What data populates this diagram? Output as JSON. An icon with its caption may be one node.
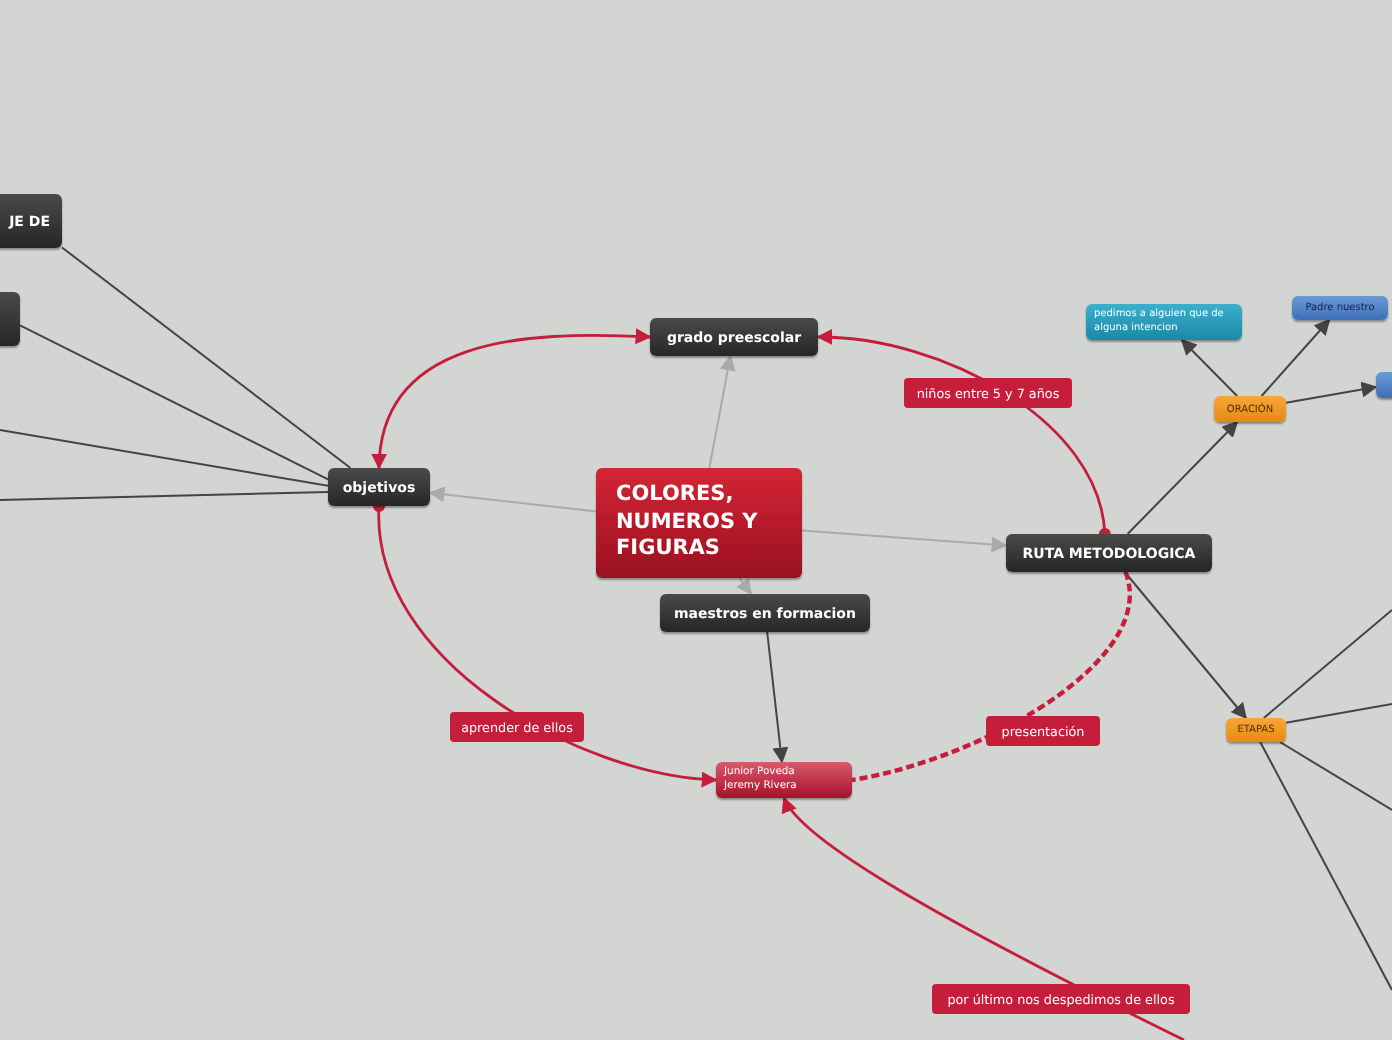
{
  "diagram": {
    "nodes": [
      {
        "text": [
          "COLORES, NUMEROS Y FIGURAS"
        ]
      },
      {
        "text": [
          "grado  preescolar"
        ]
      },
      {
        "text": [
          "objetivos"
        ]
      },
      {
        "text": [
          "RUTA METODOLOGICA"
        ]
      },
      {
        "text": [
          "maestros en formacion"
        ]
      },
      {
        "text": [
          "Junior Poveda Jeremy Rivera"
        ]
      },
      {
        "text": [
          "ORACIÓN"
        ]
      },
      {
        "text": [
          "pedimos a alguien que de alguna intencion"
        ]
      },
      {
        "text": [
          "Padre nuestro"
        ]
      },
      {
        "text": [
          "ETAPAS"
        ]
      },
      {
        "text": [
          "JE DE"
        ]
      },
      {
        "text": [],
        "shape": "box"
      },
      {
        "text": [],
        "shape": "box"
      }
    ],
    "edges": [
      {
        "from": 0,
        "to": 1,
        "arrow": "to",
        "color": "#aaaaaa"
      },
      {
        "from": 0,
        "to": 2,
        "arrow": "to",
        "color": "#aaaaaa"
      },
      {
        "from": 0,
        "to": 3,
        "arrow": "to",
        "color": "#aaaaaa"
      },
      {
        "from": 0,
        "to": 4,
        "arrow": "to",
        "color": "#aaaaaa"
      },
      {
        "from": 4,
        "to": 5,
        "arrow": "to"
      },
      {
        "from": 3,
        "to": 6,
        "arrow": "to"
      },
      {
        "from": 6,
        "to": 7,
        "arrow": "to"
      },
      {
        "from": 6,
        "to": 8,
        "arrow": "to"
      },
      {
        "from": 6,
        "to": 12,
        "arrow": "to"
      },
      {
        "from": 3,
        "to": 9,
        "arrow": "to"
      },
      {
        "from": 2,
        "to": 10,
        "arrow": "none"
      },
      {
        "from": 2,
        "to": 11,
        "arrow": "none"
      },
      {
        "from": 2,
        "to": null,
        "arrow": "none"
      },
      {
        "from": 2,
        "to": null,
        "arrow": "none"
      },
      {
        "from": 9,
        "to": null,
        "arrow": "none"
      },
      {
        "from": 9,
        "to": null,
        "arrow": "none"
      },
      {
        "from": 9,
        "to": null,
        "arrow": "none"
      },
      {
        "from": 9,
        "to": null,
        "arrow": "none"
      },
      {
        "from": 2,
        "to": 1,
        "arrow": "both",
        "color": "#c41e3a"
      },
      {
        "from": 3,
        "to": 1,
        "arrow": "to",
        "label": "niños entre 5 y 7 años",
        "color": "#c41e3a"
      },
      {
        "from": 2,
        "to": 5,
        "arrow": "to",
        "label": "aprender de ellos",
        "color": "#c41e3a"
      },
      {
        "from": 3,
        "to": 5,
        "arrow": "none",
        "label": "presentación",
        "style": "dashed",
        "color": "#c41e3a"
      },
      {
        "from": null,
        "to": 5,
        "arrow": "to",
        "label": "por último nos despedimos de ellos",
        "color": "#c41e3a"
      }
    ]
  }
}
